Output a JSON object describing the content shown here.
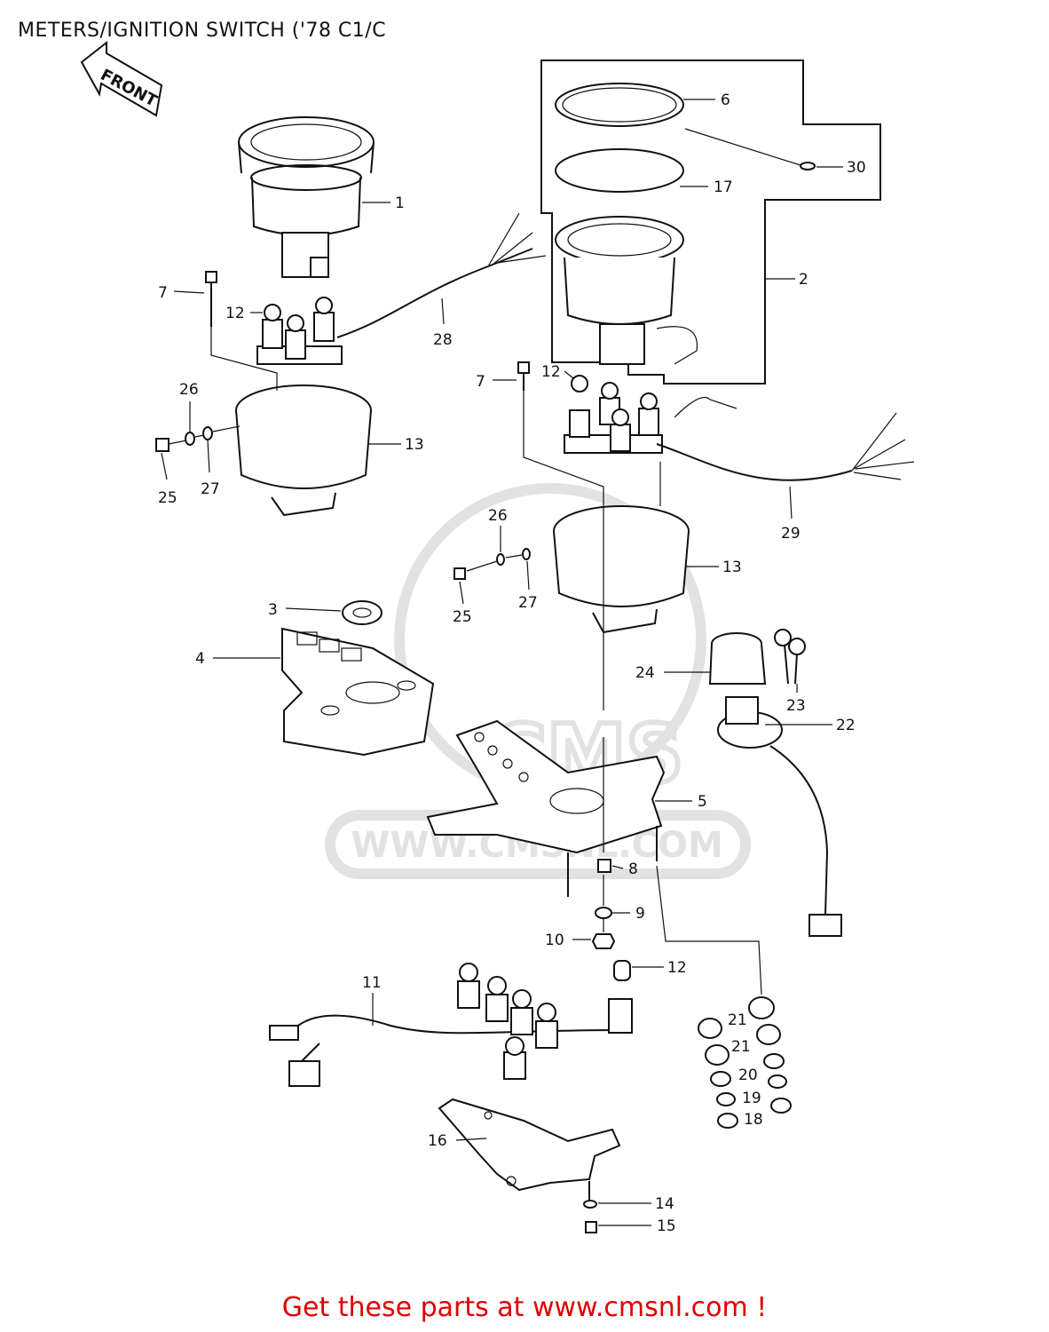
{
  "title": "METERS/IGNITION SWITCH ('78 C1/C",
  "front_arrow_text": "FRONT",
  "watermark_text": "WWW.CMSNL.COM",
  "watermark_logo_text": "CMS",
  "banner": "Get these parts at www.cmsnl.com !",
  "colors": {
    "ink": "#111111",
    "banner": "#e00000",
    "watermark": "#e2e2e2"
  },
  "callouts": [
    {
      "id": "1",
      "text": "1"
    },
    {
      "id": "2",
      "text": "2"
    },
    {
      "id": "3",
      "text": "3"
    },
    {
      "id": "4",
      "text": "4"
    },
    {
      "id": "5",
      "text": "5"
    },
    {
      "id": "6",
      "text": "6"
    },
    {
      "id": "7a",
      "text": "7"
    },
    {
      "id": "7b",
      "text": "7"
    },
    {
      "id": "8",
      "text": "8"
    },
    {
      "id": "9",
      "text": "9"
    },
    {
      "id": "10",
      "text": "10"
    },
    {
      "id": "11",
      "text": "11"
    },
    {
      "id": "12a",
      "text": "12"
    },
    {
      "id": "12b",
      "text": "12"
    },
    {
      "id": "12c",
      "text": "12"
    },
    {
      "id": "13a",
      "text": "13"
    },
    {
      "id": "13b",
      "text": "13"
    },
    {
      "id": "14",
      "text": "14"
    },
    {
      "id": "15",
      "text": "15"
    },
    {
      "id": "16",
      "text": "16"
    },
    {
      "id": "17",
      "text": "17"
    },
    {
      "id": "18",
      "text": "18"
    },
    {
      "id": "19",
      "text": "19"
    },
    {
      "id": "20",
      "text": "20"
    },
    {
      "id": "21a",
      "text": "21"
    },
    {
      "id": "21b",
      "text": "21"
    },
    {
      "id": "22",
      "text": "22"
    },
    {
      "id": "23",
      "text": "23"
    },
    {
      "id": "24",
      "text": "24"
    },
    {
      "id": "25a",
      "text": "25"
    },
    {
      "id": "25b",
      "text": "25"
    },
    {
      "id": "26a",
      "text": "26"
    },
    {
      "id": "26b",
      "text": "26"
    },
    {
      "id": "27a",
      "text": "27"
    },
    {
      "id": "27b",
      "text": "27"
    },
    {
      "id": "28",
      "text": "28"
    },
    {
      "id": "29",
      "text": "29"
    },
    {
      "id": "30",
      "text": "30"
    }
  ]
}
